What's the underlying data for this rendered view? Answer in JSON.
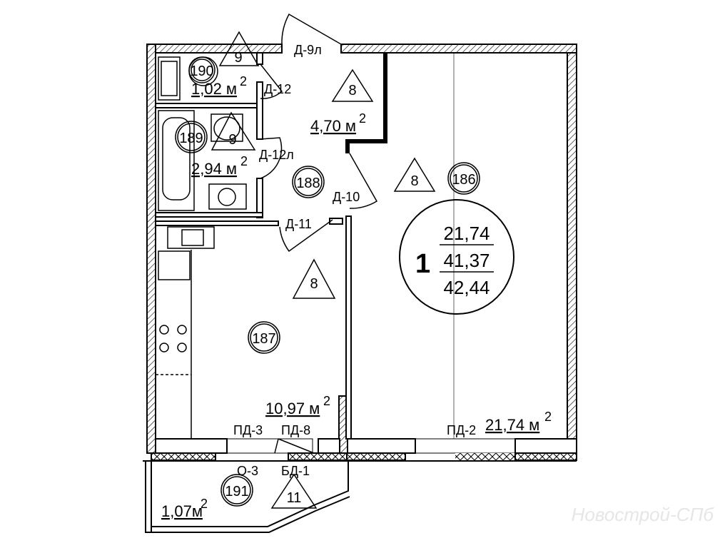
{
  "apartment": {
    "number": "1",
    "living_area": "21,74",
    "total_area": "41,37",
    "total_area_with_balcony": "42,44"
  },
  "rooms": [
    {
      "id": "190",
      "area": "1,02 м",
      "sup": "2",
      "class": "9"
    },
    {
      "id": "189",
      "area": "2,94 м",
      "sup": "2",
      "class": "9"
    },
    {
      "id": "188",
      "area": "4,70 м",
      "sup": "2",
      "class": "8"
    },
    {
      "id": "187",
      "area": "10,97 м",
      "sup": "2",
      "class": "8"
    },
    {
      "id": "186",
      "area": "21,74 м",
      "sup": "2",
      "class": "8"
    },
    {
      "id": "191",
      "area": "1,07м",
      "sup": "2",
      "class": "11"
    }
  ],
  "doors": {
    "d9l": "Д-9л",
    "d12": "Д-12",
    "d12l": "Д-12л",
    "d10": "Д-10",
    "d11": "Д-11",
    "pd3": "ПД-3",
    "pd8": "ПД-8",
    "pd2": "ПД-2",
    "o3": "О-3",
    "bd1": "БД-1"
  },
  "watermark": "Новострой-СПб"
}
